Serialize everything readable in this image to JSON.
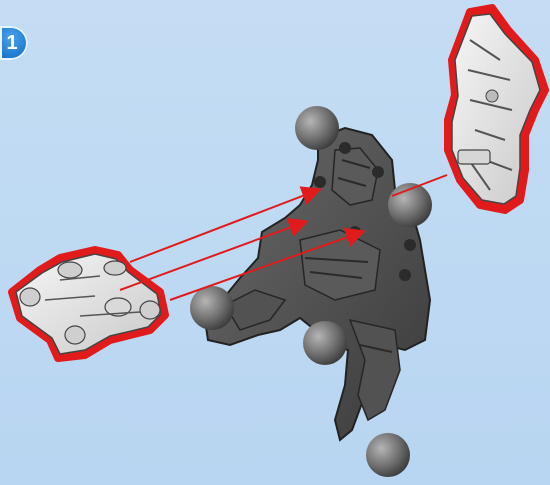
{
  "step": {
    "number": "1"
  },
  "colors": {
    "background": "#bcd8f2",
    "badge": "#1c78cf",
    "highlight_outline": "#e11b1b",
    "arrow": "#e11b1b",
    "dark_part": "#4a4a4a",
    "light_part": "#e8e8e8"
  },
  "parts": {
    "highlighted": [
      "connector-block",
      "chest-plate"
    ],
    "assembly": "robot-leg-torso-assembly"
  }
}
